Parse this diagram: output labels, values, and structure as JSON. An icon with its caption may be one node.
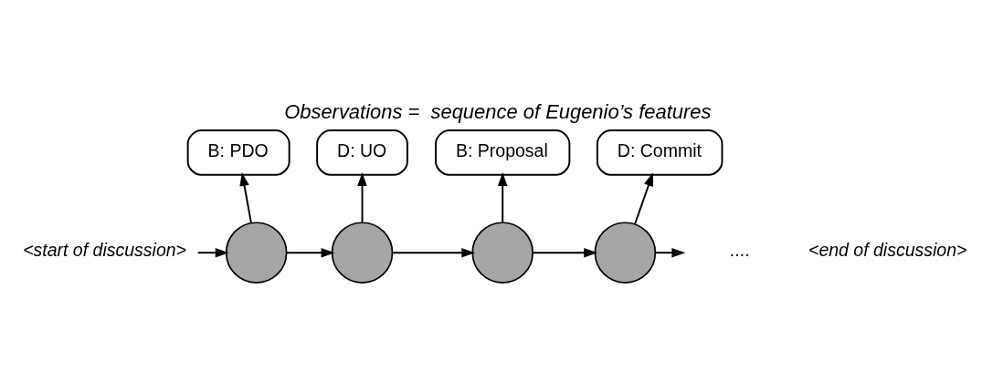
{
  "diagram": {
    "title": "Observations =  sequence of Eugenio’s features",
    "nodes": [
      {
        "text": [
          "B: PDO"
        ]
      },
      {
        "text": [
          "D: UO"
        ]
      },
      {
        "text": [
          "B: Proposal"
        ]
      },
      {
        "text": [
          "D: Commit"
        ]
      },
      {
        "text": [
          "<start of discussion>"
        ]
      },
      {
        "text": [],
        "shape": "circle"
      },
      {
        "text": [],
        "shape": "circle"
      },
      {
        "text": [],
        "shape": "circle"
      },
      {
        "text": [],
        "shape": "circle"
      }
    ],
    "edges": [
      {
        "from": 4,
        "to": 5,
        "arrow": "to"
      },
      {
        "from": 5,
        "to": 6,
        "arrow": "to"
      },
      {
        "from": 6,
        "to": 7,
        "arrow": "to"
      },
      {
        "from": 7,
        "to": 8,
        "arrow": "to"
      },
      {
        "from": 8,
        "to": null,
        "arrow": "to"
      },
      {
        "from": 5,
        "to": 0,
        "arrow": "to"
      },
      {
        "from": 6,
        "to": 1,
        "arrow": "to"
      },
      {
        "from": 7,
        "to": 2,
        "arrow": "to"
      },
      {
        "from": 8,
        "to": 3,
        "arrow": "to"
      }
    ],
    "labels": [
      "....",
      "<end of discussion>"
    ]
  }
}
